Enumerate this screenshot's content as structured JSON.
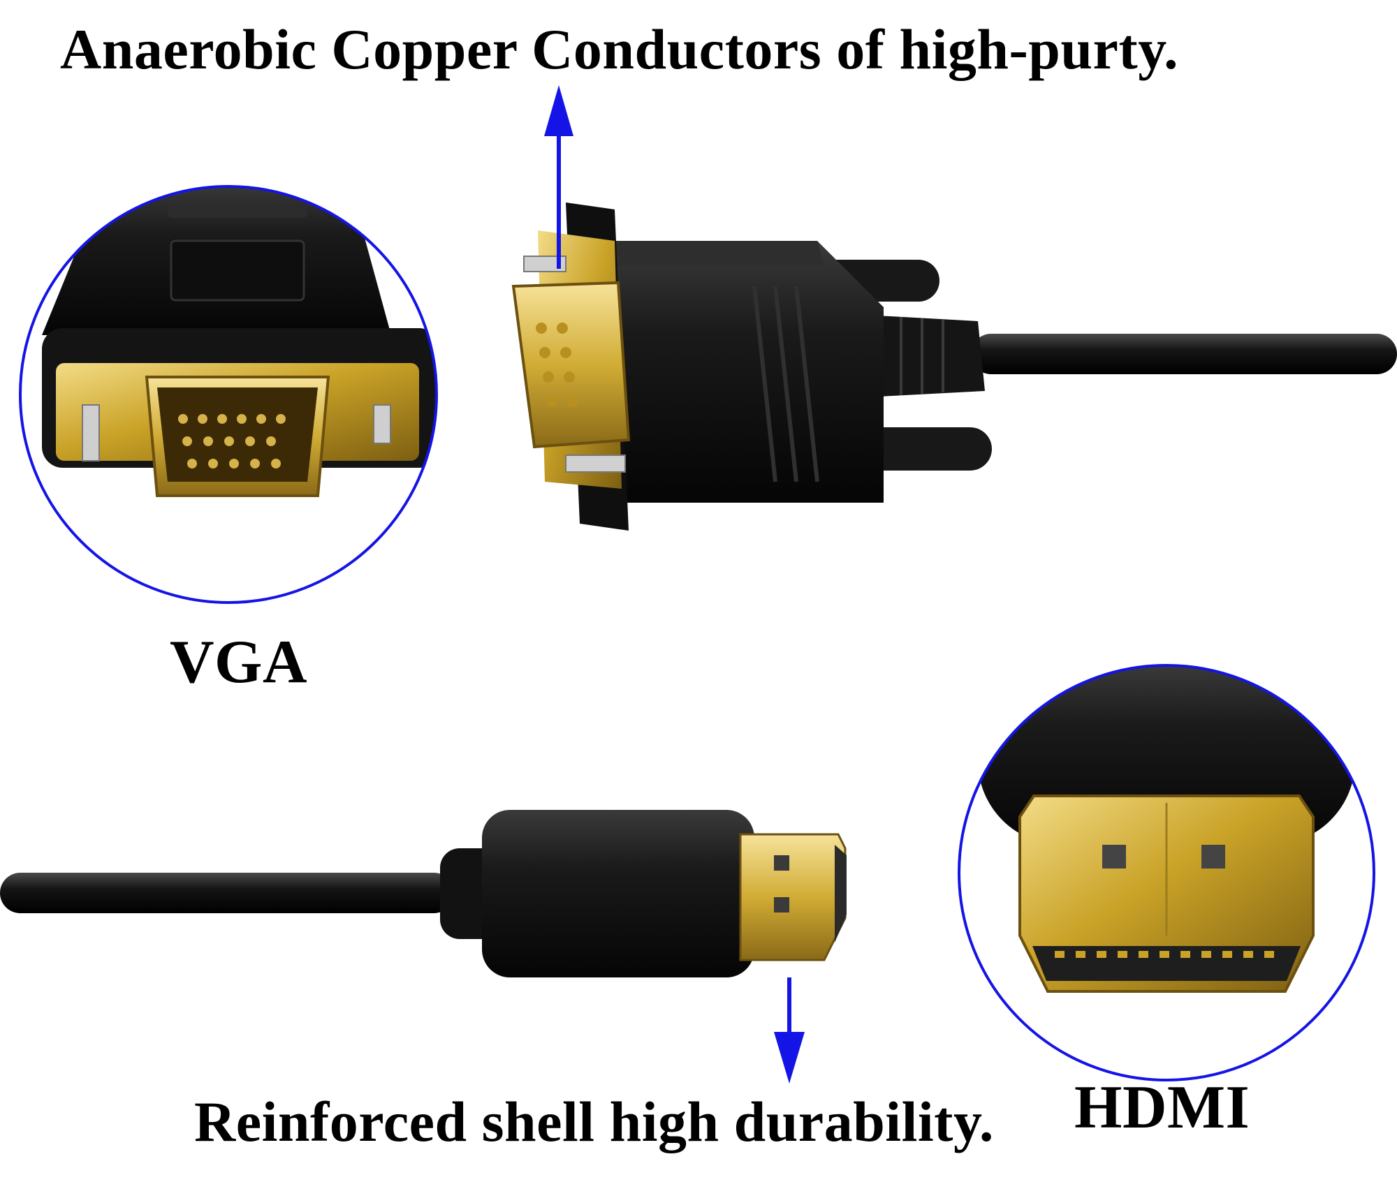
{
  "captions": {
    "top": "Anaerobic Copper Conductors of high-purty.",
    "bottom": "Reinforced shell high durability."
  },
  "labels": {
    "vga": "VGA",
    "hdmi": "HDMI"
  },
  "colors": {
    "accent_blue": "#1414e6",
    "cable_black": "#111111",
    "gold": "#c9a227",
    "background": "#ffffff"
  },
  "icons": {
    "up_arrow": "arrow-up-icon",
    "down_arrow": "arrow-down-icon"
  }
}
